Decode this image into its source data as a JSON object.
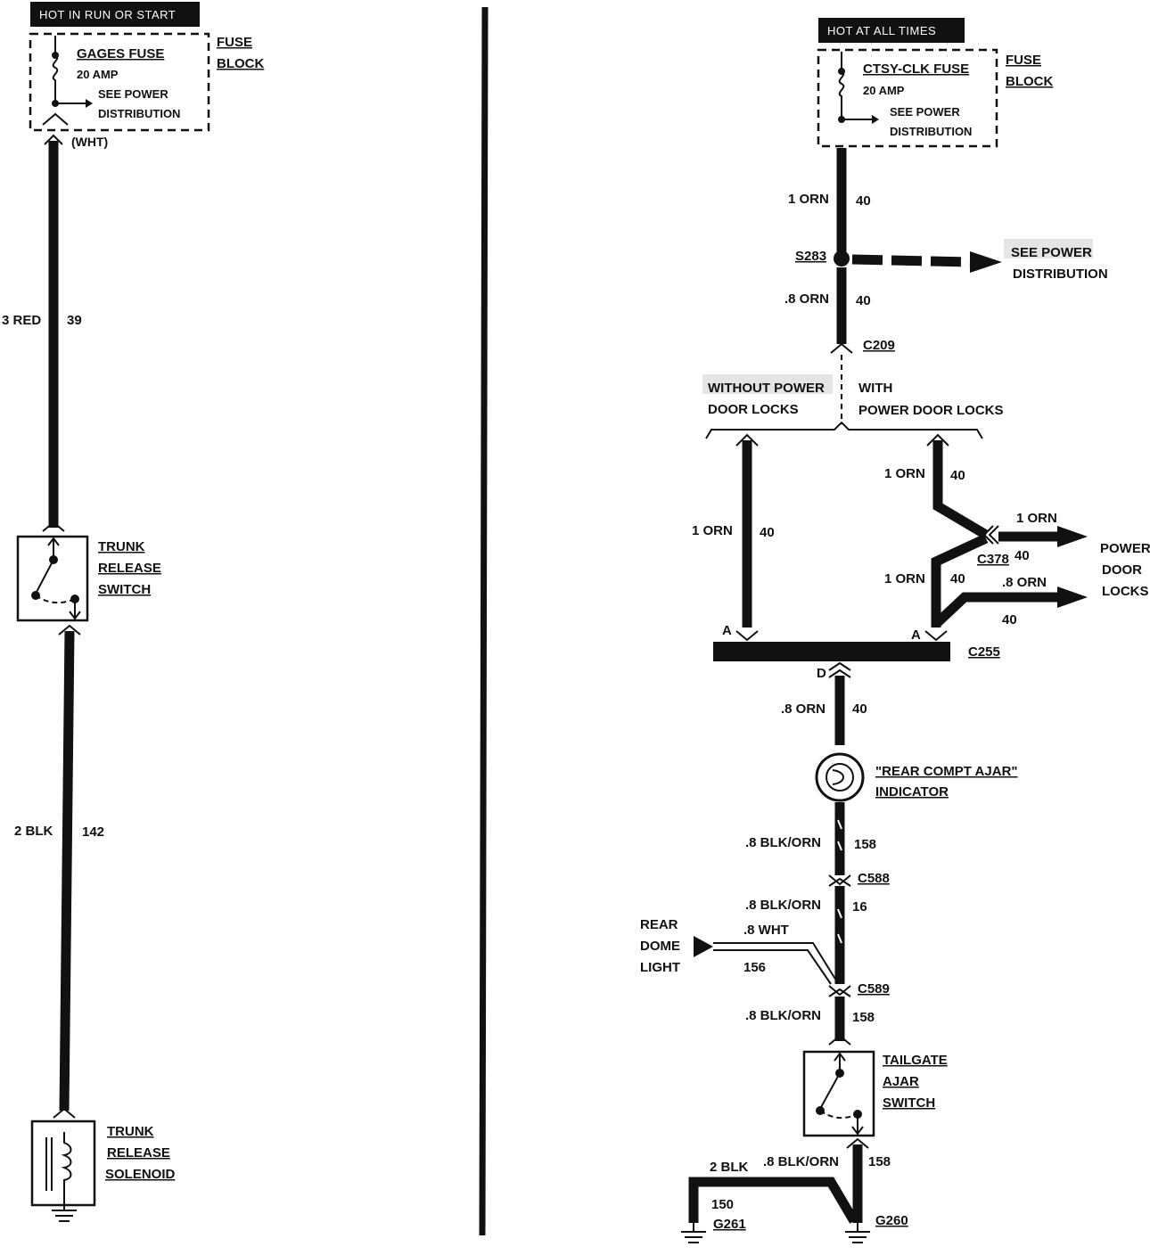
{
  "left_circuit": {
    "power_tag": "HOT IN RUN OR START",
    "fuse_name": "GAGES FUSE",
    "fuse_rating": "20 AMP",
    "fuse_note_1": "SEE POWER",
    "fuse_note_2": "DISTRIBUTION",
    "fuse_block_1": "FUSE",
    "fuse_block_2": "BLOCK",
    "terminal_color": "(WHT)",
    "wire_1_label": "3 RED",
    "wire_1_circuit": "39",
    "switch_1": "TRUNK",
    "switch_2": "RELEASE",
    "switch_3": "SWITCH",
    "wire_2_label": "2 BLK",
    "wire_2_circuit": "142",
    "solenoid_1": "TRUNK",
    "solenoid_2": "RELEASE",
    "solenoid_3": "SOLENOID"
  },
  "right_circuit": {
    "power_tag": "HOT AT ALL TIMES",
    "fuse_name": "CTSY-CLK FUSE",
    "fuse_rating": "20 AMP",
    "fuse_note_1": "SEE POWER",
    "fuse_note_2": "DISTRIBUTION",
    "fuse_block_1": "FUSE",
    "fuse_block_2": "BLOCK",
    "w1_label": "1 ORN",
    "w1_circuit": "40",
    "splice": "S283",
    "splice_note_1": "SEE POWER",
    "splice_note_2": "DISTRIBUTION",
    "w2_label": ".8 ORN",
    "w2_circuit": "40",
    "c209": "C209",
    "without_1": "WITHOUT POWER",
    "without_2": "DOOR LOCKS",
    "with_1": "WITH",
    "with_2": "POWER DOOR LOCKS",
    "w3_label": "1 ORN",
    "w3_circuit": "40",
    "w4_label": "1 ORN",
    "w4_circuit": "40",
    "w5_label": "1 ORN",
    "w5_circuit": "40",
    "c378": "C378",
    "w6_label": "1 ORN",
    "w6_circuit": "40",
    "w7_label": ".8 ORN",
    "w7_circuit": "40",
    "pdl_1": "POWER",
    "pdl_2": "DOOR",
    "pdl_3": "LOCKS",
    "pin_a_left": "A",
    "pin_a_right": "A",
    "c255": "C255",
    "pin_d": "D",
    "w8_label": ".8 ORN",
    "w8_circuit": "40",
    "indicator_1": "\"REAR COMPT AJAR\"",
    "indicator_2": "INDICATOR",
    "w9_label": ".8 BLK/ORN",
    "w9_circuit": "158",
    "c588": "C588",
    "w10_label": ".8 BLK/ORN",
    "w10_circuit": "16",
    "dome_1": "REAR",
    "dome_2": "DOME",
    "dome_3": "LIGHT",
    "w11_label": ".8 WHT",
    "w11_circuit": "156",
    "c589": "C589",
    "w12_label": ".8 BLK/ORN",
    "w12_circuit": "158",
    "tailgate_1": "TAILGATE",
    "tailgate_2": "AJAR",
    "tailgate_3": "SWITCH",
    "w13_label": "2 BLK",
    "w14_label": ".8 BLK/ORN",
    "w14_circuit": "158",
    "w15_circuit": "150",
    "g261": "G261",
    "g260": "G260"
  }
}
